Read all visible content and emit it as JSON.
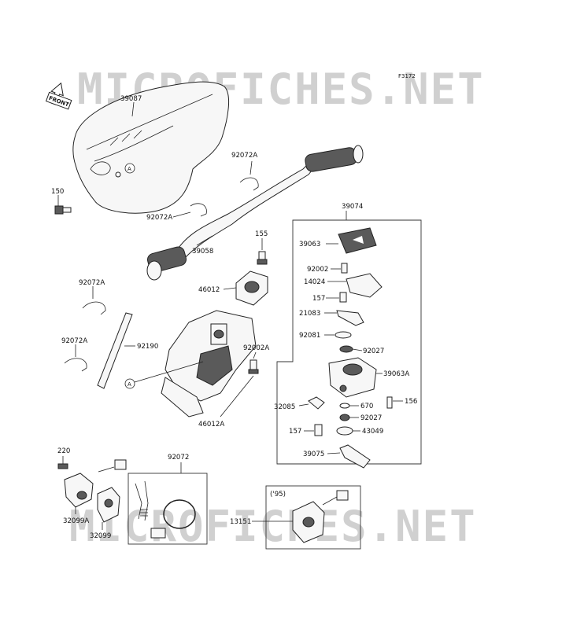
{
  "diagram_code": "F3172",
  "watermark": "MICROFICHES.NET",
  "front_arrow": "FRONT",
  "ref_marker": "A",
  "variant_note": "('95)",
  "labels": {
    "p39087": "39087",
    "p150": "150",
    "p92072A_top": "92072A",
    "p92072A_mid": "92072A",
    "p39058": "39058",
    "p155": "155",
    "p39074": "39074",
    "p39063": "39063",
    "p92002": "92002",
    "p14024": "14024",
    "p157_a": "157",
    "p21083": "21083",
    "p92081": "92081",
    "p92027_a": "92027",
    "p39063A": "39063A",
    "p32085": "32085",
    "p670": "670",
    "p156": "156",
    "p92027_b": "92027",
    "p157_b": "157",
    "p43049": "43049",
    "p39075": "39075",
    "p46012": "46012",
    "p92072A_l1": "92072A",
    "p92072A_l2": "92072A",
    "p92190": "92190",
    "p92002A": "92002A",
    "p46012A": "46012A",
    "p220": "220",
    "p32099A": "32099A",
    "p32099": "32099",
    "p92072": "92072",
    "p13151": "13151"
  }
}
